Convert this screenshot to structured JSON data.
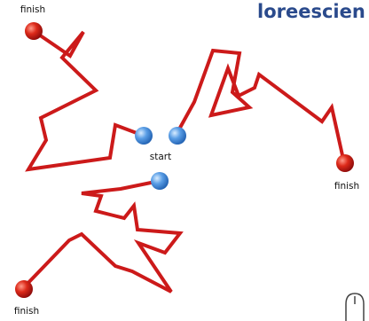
{
  "brand": {
    "text": "loreescien"
  },
  "labels": {
    "start": "start",
    "finish": "finish"
  },
  "colors": {
    "path": "#cc1a1a",
    "start_marker": "#4a90d9",
    "finish_marker": "#cc1111",
    "brand": "#2a4a8c",
    "background": "#ffffff"
  },
  "paths": [
    {
      "name": "walk-top-left",
      "start": "start",
      "end": "finish"
    },
    {
      "name": "walk-right",
      "start": "start",
      "end": "finish"
    },
    {
      "name": "walk-bottom-left",
      "start": "start",
      "end": "finish"
    }
  ],
  "icons": {
    "corner": "mouse-icon"
  }
}
